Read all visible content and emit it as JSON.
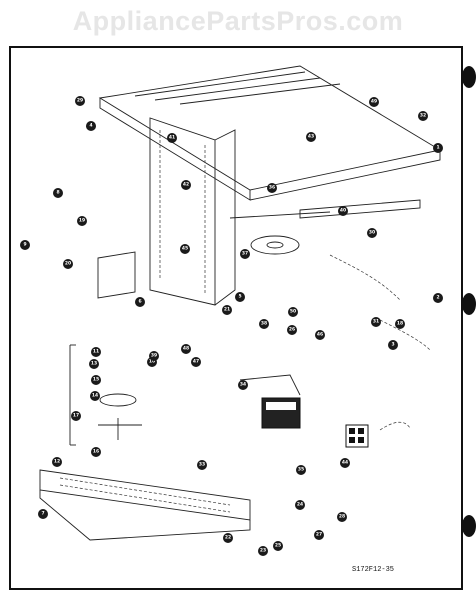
{
  "watermark": "AppliancePartsPros.com",
  "diagram_code": "S172F12-35",
  "callouts": [
    "1",
    "2",
    "3",
    "4",
    "5",
    "6",
    "7",
    "8",
    "9",
    "10",
    "11",
    "12",
    "13",
    "14",
    "15",
    "16",
    "17",
    "18",
    "19",
    "20",
    "21",
    "22",
    "23",
    "24",
    "25",
    "26",
    "27",
    "28",
    "29",
    "30",
    "31",
    "32",
    "33",
    "34",
    "35",
    "36",
    "37",
    "38",
    "39",
    "40",
    "41",
    "42",
    "43",
    "44",
    "45",
    "46",
    "47",
    "48",
    "49",
    "50"
  ]
}
